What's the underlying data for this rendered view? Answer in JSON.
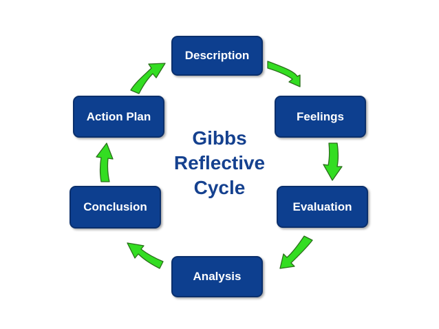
{
  "diagram": {
    "title_lines": [
      "Gibbs",
      "Reflective",
      "Cycle"
    ],
    "stages": [
      {
        "id": "description",
        "label": "Description"
      },
      {
        "id": "feelings",
        "label": "Feelings"
      },
      {
        "id": "evaluation",
        "label": "Evaluation"
      },
      {
        "id": "analysis",
        "label": "Analysis"
      },
      {
        "id": "conclusion",
        "label": "Conclusion"
      },
      {
        "id": "actionplan",
        "label": "Action Plan"
      }
    ],
    "colors": {
      "box_fill": "#0d3f8f",
      "box_text": "#ffffff",
      "title_text": "#15418f",
      "arrow_fill": "#33dd22",
      "arrow_outline": "#2a6e1a"
    }
  }
}
